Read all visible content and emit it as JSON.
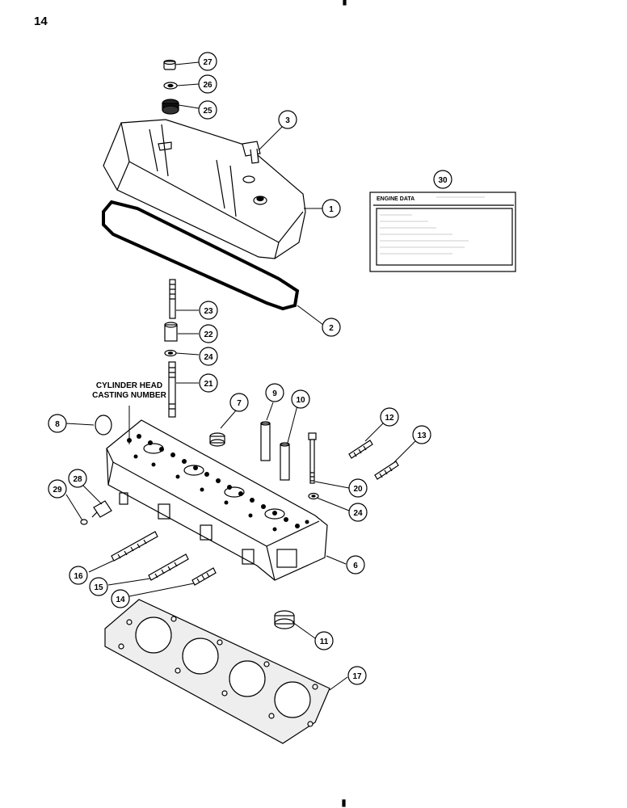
{
  "page_number": "14",
  "casting_label_line1": "CYLINDER HEAD",
  "casting_label_line2": "CASTING NUMBER",
  "engine_data_title": "ENGINE DATA",
  "callouts": [
    {
      "id": "27",
      "label": "27"
    },
    {
      "id": "26",
      "label": "26"
    },
    {
      "id": "25",
      "label": "25"
    },
    {
      "id": "3",
      "label": "3"
    },
    {
      "id": "30",
      "label": "30"
    },
    {
      "id": "1",
      "label": "1"
    },
    {
      "id": "2",
      "label": "2"
    },
    {
      "id": "23",
      "label": "23"
    },
    {
      "id": "22",
      "label": "22"
    },
    {
      "id": "24a",
      "label": "24"
    },
    {
      "id": "21",
      "label": "21"
    },
    {
      "id": "7",
      "label": "7"
    },
    {
      "id": "9",
      "label": "9"
    },
    {
      "id": "10",
      "label": "10"
    },
    {
      "id": "8",
      "label": "8"
    },
    {
      "id": "12",
      "label": "12"
    },
    {
      "id": "13",
      "label": "13"
    },
    {
      "id": "28",
      "label": "28"
    },
    {
      "id": "29",
      "label": "29"
    },
    {
      "id": "20",
      "label": "20"
    },
    {
      "id": "24b",
      "label": "24"
    },
    {
      "id": "6",
      "label": "6"
    },
    {
      "id": "16",
      "label": "16"
    },
    {
      "id": "15",
      "label": "15"
    },
    {
      "id": "14",
      "label": "14"
    },
    {
      "id": "11",
      "label": "11"
    },
    {
      "id": "17",
      "label": "17"
    }
  ]
}
